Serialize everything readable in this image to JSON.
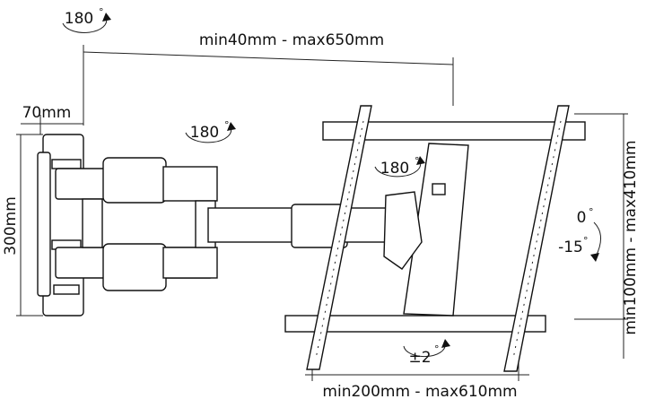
{
  "dimensions": {
    "arm_extension": "min40mm - max650mm",
    "wall_plate_depth": "70mm",
    "wall_plate_height": "300mm",
    "vertical_spacing": "min100mm - max410mm",
    "horizontal_spacing": "min200mm - max610mm"
  },
  "rotations": {
    "top_swivel": "180",
    "arm_swivel": "180",
    "head_swivel": "180",
    "tilt_up": "0",
    "tilt_down": "-15",
    "level_adjust": "±2"
  },
  "degree_symbol": "°",
  "icons": [
    "rotation-arrow-icon"
  ]
}
